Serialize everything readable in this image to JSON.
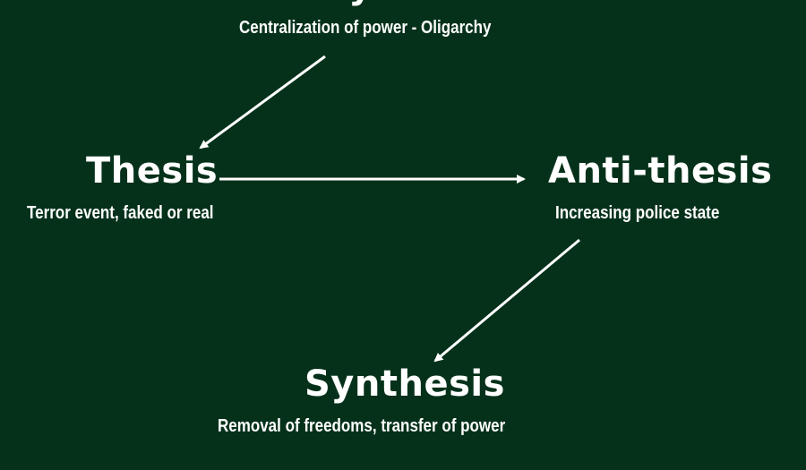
{
  "top": {
    "title": "Synthesis",
    "subtitle": "Centralization of power - Oligarchy"
  },
  "thesis": {
    "title": "Thesis",
    "subtitle": "Terror event, faked or real"
  },
  "antithesis": {
    "title": "Anti-thesis",
    "subtitle": "Increasing police state"
  },
  "synthesis": {
    "title": "Synthesis",
    "subtitle": "Removal of freedoms, transfer of power"
  },
  "colors": {
    "background": "#05311a",
    "text": "#ffffff"
  }
}
